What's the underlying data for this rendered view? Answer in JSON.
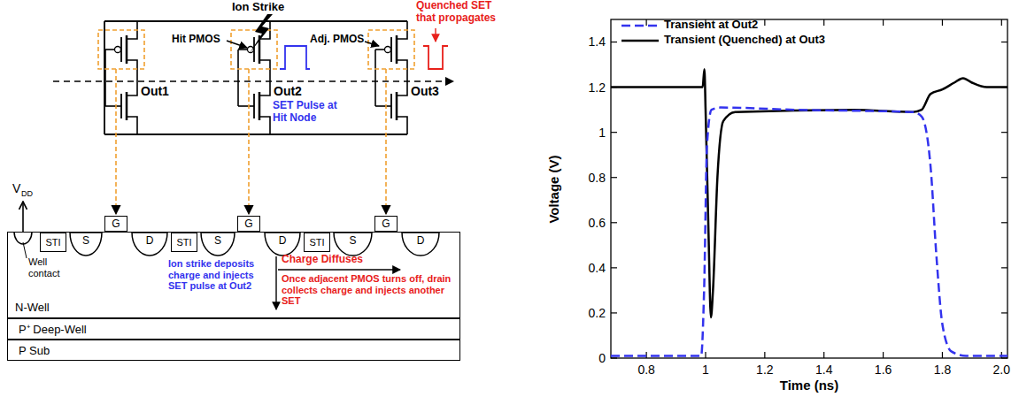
{
  "diagram": {
    "nodes": [
      {
        "text": [
          "N-Well"
        ]
      },
      {
        "text": [
          "STI"
        ],
        "in": 0
      },
      {
        "text": [
          "S"
        ],
        "in": 0
      },
      {
        "text": [
          "D"
        ],
        "in": 0
      },
      {
        "text": [
          "STI"
        ],
        "in": 0
      },
      {
        "text": [
          "S"
        ],
        "in": 0
      },
      {
        "text": [
          "D"
        ],
        "in": 0
      },
      {
        "text": [
          "STI"
        ],
        "in": 0
      },
      {
        "text": [
          "S"
        ],
        "in": 0
      },
      {
        "text": [
          "D"
        ],
        "in": 0
      },
      {
        "text": [
          "G"
        ]
      },
      {
        "text": [
          "G"
        ]
      },
      {
        "text": [
          "G"
        ]
      },
      {
        "text": [
          "P⁺ Deep-Well"
        ]
      },
      {
        "text": [
          "P Sub"
        ]
      }
    ],
    "labels": [
      "Ion Strike",
      "Hit PMOS",
      "Adj. PMOS",
      "Quenched SET that propagates",
      "Out1",
      "Out2",
      "Out3",
      "SET Pulse at Hit Node",
      "V",
      "DD",
      "Well contact",
      "Ion strike deposits charge and injects SET pulse at Out2",
      "Charge Diffuses",
      "Once adjacent PMOS turns off, drain collects charge and injects another SET",
      "Voltage (V)",
      "Time (ns)",
      "0",
      "0.2",
      "0.4",
      "0.6",
      "0.8",
      "1",
      "1.2",
      "1.4",
      "0.8",
      "1",
      "1.2",
      "1.4",
      "1.6",
      "1.8",
      "2.0"
    ],
    "legend": [
      {
        "text": "Transient at Out2"
      },
      {
        "text": "Transient (Quenched) at Out3"
      }
    ]
  }
}
